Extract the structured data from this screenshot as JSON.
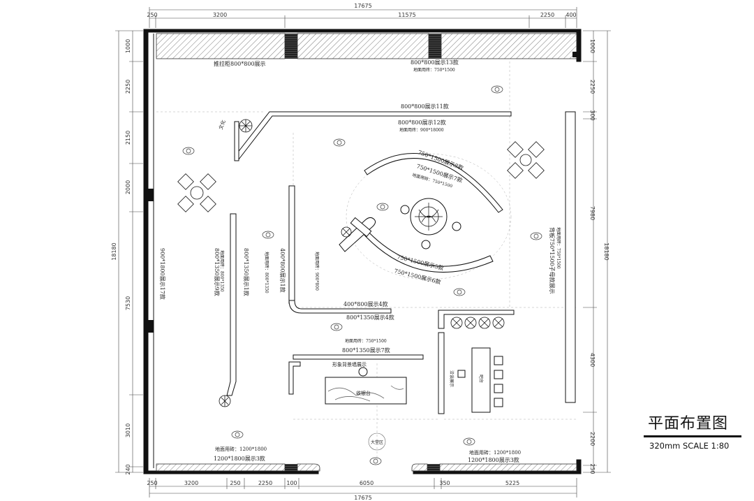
{
  "title": "平面布置图",
  "scale": "320mm  SCALE 1:80",
  "dimensions": {
    "top_total": "17675",
    "top": [
      "250",
      "3200",
      "11575",
      "2250",
      "400"
    ],
    "bottom_total": "17675",
    "bottom": [
      "250",
      "3200",
      "250",
      "2250",
      "100",
      "6050",
      "350",
      "5225"
    ],
    "left_total": "18180",
    "left": [
      "1000",
      "2250",
      "2150",
      "2000",
      "7530",
      "3010",
      "240"
    ],
    "right_total": "18180",
    "right": [
      "1000",
      "2250",
      "300",
      "7980",
      "4300",
      "2200",
      "250"
    ]
  },
  "labels": {
    "push_cabinet": "推拉柜800*800展示",
    "display_13": "800*800展示13款",
    "floor_13": "地面用砖：750*1500",
    "display_11": "800*800展示11款",
    "display_12": "800*800展示12款",
    "floor_12": "地面用砖：900*18000",
    "culture": "文化",
    "arc_8": "750*1500展示8款",
    "arc_7": "750*1500展示7款",
    "floor_arc": "地面用砖：750*1500",
    "arc_5": "750*1500展示5款",
    "arc_6": "750*1500展示6款",
    "right_wall": "背板750*1500子母款展示",
    "right_floor": "地面用砖：750*1500",
    "left_wall": "900*1800展示17款",
    "col1_display": "800*1350展示9款",
    "col1_floor": "地面用砖：800*1350",
    "col2_display": "800*1350展示1款",
    "col2_floor": "地面用砖：800*1350",
    "col3_display": "400*800展示1款",
    "col3_floor": "地面用砖：900*800",
    "display_400_4": "400*800展示4款",
    "display_1350_4": "800*1350展示4款",
    "floor_center": "地面用砖：750*1500",
    "display_1350_7": "800*1350展示7款",
    "image_wall": "形象背景墙展示",
    "reception": "收银台",
    "negotiation": "洽谈展示",
    "bar": "吧台",
    "lobby": "大堂区",
    "floor_bl": "地面用砖：1200*1800",
    "display_bl": "1200*1800展示3款",
    "floor_br": "地面用砖：1200*1800",
    "display_br": "1200*1800展示3款"
  }
}
